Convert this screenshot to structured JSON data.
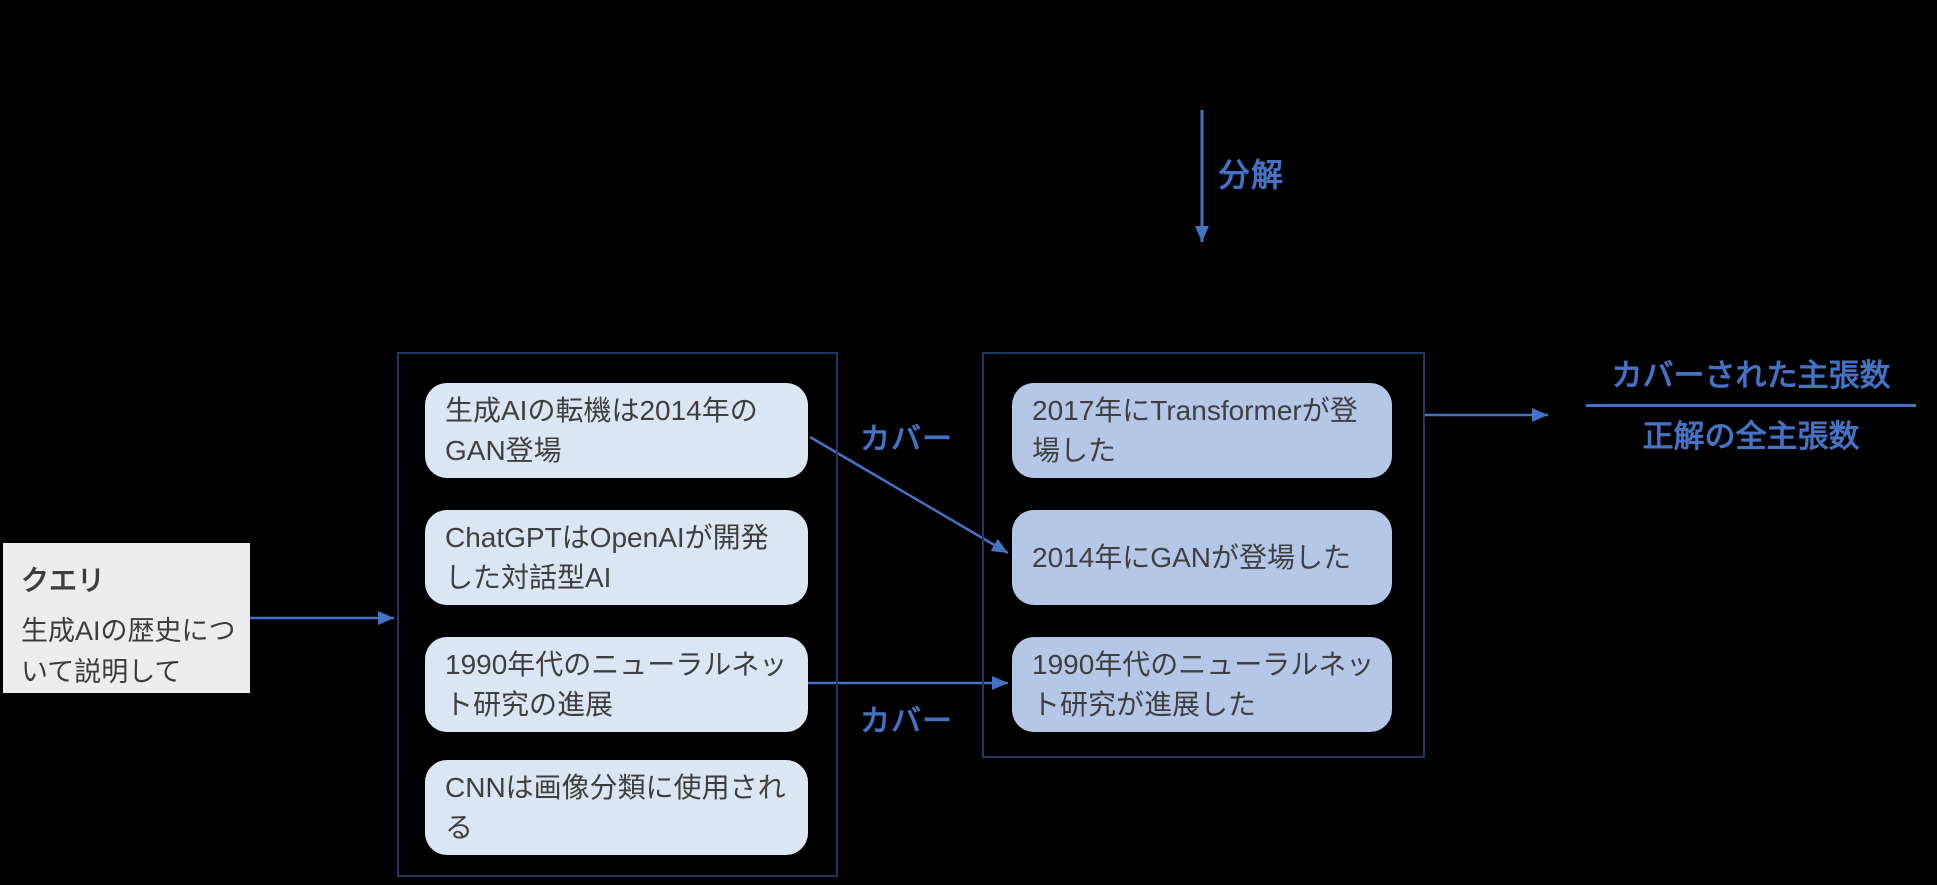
{
  "colors": {
    "background": "#000000",
    "accent_blue": "#4472C4",
    "container_border_navy": "#1F3864",
    "answer_item_fill": "#DCE6F2",
    "reference_item_fill": "#B4C7E7",
    "query_box_fill": "#EDEDED",
    "dark_text": "#3F3F3F"
  },
  "decompose": {
    "label": "分解"
  },
  "query": {
    "title": "クエリ",
    "text": "生成AIの歴史について説明して"
  },
  "answer_claims": {
    "items": [
      "生成AIの転機は2014年のGAN登場",
      "ChatGPTはOpenAIが開発した対話型AI",
      "1990年代のニューラルネット研究の進展",
      "CNNは画像分類に使用される"
    ]
  },
  "reference_claims": {
    "items": [
      "2017年にTransformerが登場した",
      "2014年にGANが登場した",
      "1990年代のニューラルネット研究が進展した"
    ]
  },
  "cover_labels": {
    "upper": "カバー",
    "lower": "カバー"
  },
  "formula": {
    "numerator": "カバーされた主張数",
    "denominator": "正解の全主張数"
  }
}
